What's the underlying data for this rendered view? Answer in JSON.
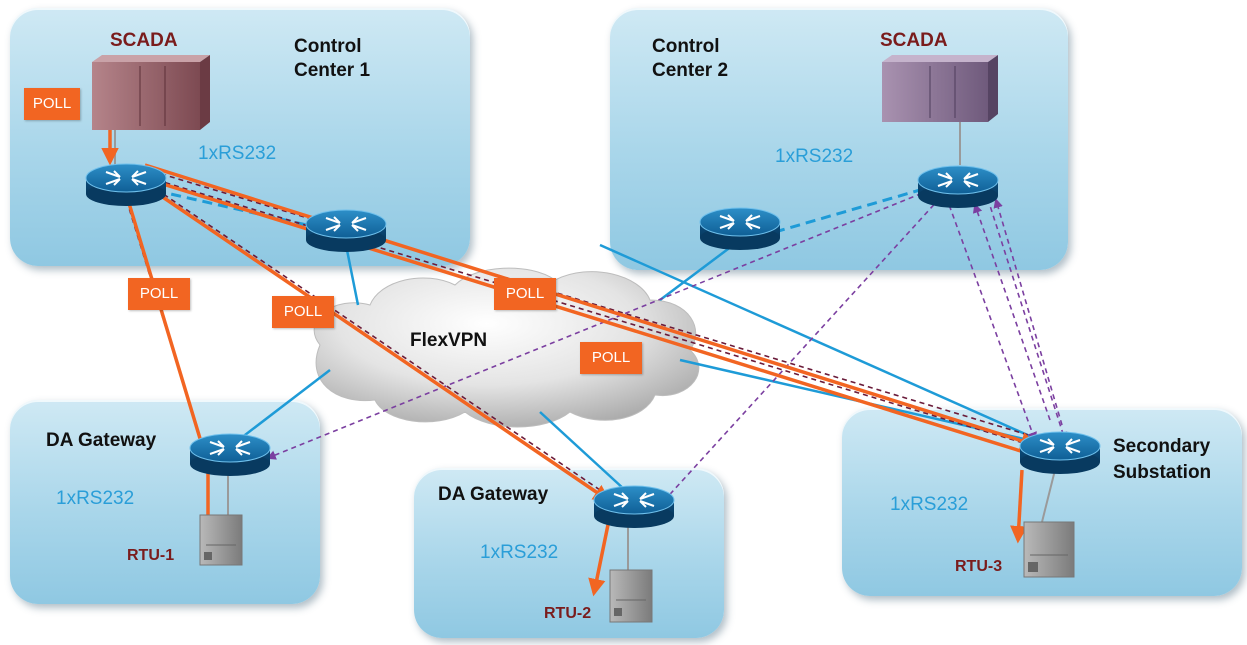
{
  "zones": {
    "cc1": {
      "title_line1": "Control",
      "title_line2": "Center 1",
      "scada": "SCADA",
      "link": "1xRS232"
    },
    "cc2": {
      "title_line1": "Control",
      "title_line2": "Center 2",
      "scada": "SCADA",
      "link": "1xRS232"
    },
    "da1": {
      "title": "DA Gateway",
      "link": "1xRS232",
      "rtu": "RTU-1"
    },
    "da2": {
      "title": "DA Gateway",
      "link": "1xRS232",
      "rtu": "RTU-2"
    },
    "sub": {
      "title_line1": "Secondary",
      "title_line2": "Substation",
      "link": "1xRS232",
      "rtu": "RTU-3"
    }
  },
  "cloud": {
    "label": "FlexVPN"
  },
  "poll_labels": [
    "POLL",
    "POLL",
    "POLL",
    "POLL",
    "POLL"
  ],
  "colors": {
    "poll_arrow": "#f26522",
    "ipsec_link": "#1e9bd7",
    "response_dash": "#6a1b3a",
    "cc2_dash": "#7b3fa0",
    "zone_fill": "#a9d6ea"
  }
}
